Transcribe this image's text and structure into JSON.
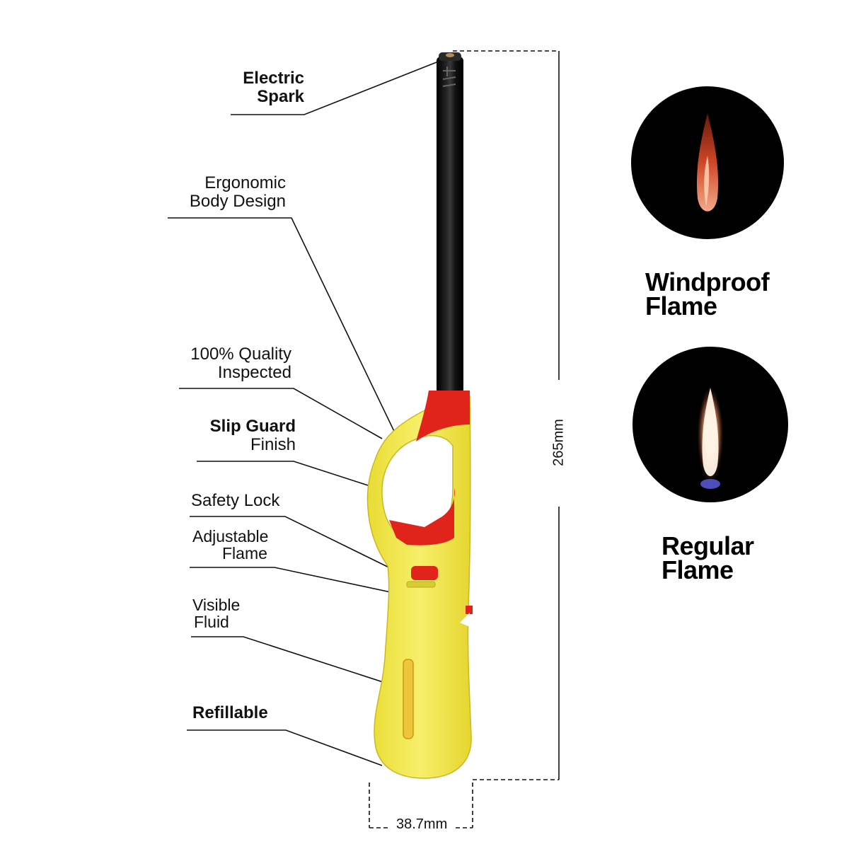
{
  "callouts": {
    "electric_spark": {
      "line1": "Electric",
      "line2": "Spark"
    },
    "ergonomic": {
      "line1": "Ergonomic",
      "line2": "Body Design"
    },
    "quality": {
      "line1": "100% Quality",
      "line2": "Inspected"
    },
    "slip_guard": {
      "line1": "Slip Guard",
      "line2": "Finish"
    },
    "safety_lock": {
      "line1": "Safety Lock"
    },
    "adjustable": {
      "line1": "Adjustable",
      "line2": "Flame"
    },
    "visible_fluid": {
      "line1": "Visible",
      "line2": "Fluid"
    },
    "refillable": {
      "line1": "Refillable"
    }
  },
  "dimensions": {
    "height": "265mm",
    "width": "38.7mm"
  },
  "flames": {
    "windproof": {
      "line1": "Windproof",
      "line2": "Flame"
    },
    "regular": {
      "line1": "Regular",
      "line2": "Flame"
    }
  },
  "colors": {
    "body_yellow": "#f4e84a",
    "accent_red": "#e0241c",
    "barrel_black": "#0a0a0a",
    "circle_black": "#000000"
  },
  "icons": [
    "lighter-illustration",
    "windproof-flame-icon",
    "regular-flame-icon"
  ]
}
